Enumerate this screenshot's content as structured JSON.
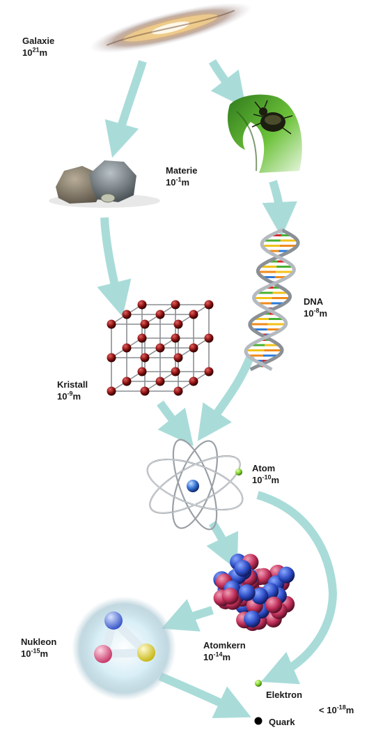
{
  "nodes": {
    "galaxie": {
      "name": "Galaxie",
      "base": "10",
      "exp": "21",
      "unit": "m"
    },
    "materie": {
      "name": "Materie",
      "base": "10",
      "exp": "-1",
      "unit": "m"
    },
    "dna": {
      "name": "DNA",
      "base": "10",
      "exp": "-8",
      "unit": "m"
    },
    "kristall": {
      "name": "Kristall",
      "base": "10",
      "exp": "-9",
      "unit": "m"
    },
    "atom": {
      "name": "Atom",
      "base": "10",
      "exp": "-10",
      "unit": "m"
    },
    "atomkern": {
      "name": "Atomkern",
      "base": "10",
      "exp": "-14",
      "unit": "m"
    },
    "nukleon": {
      "name": "Nukleon",
      "base": "10",
      "exp": "-15",
      "unit": "m"
    },
    "elektron": {
      "name": "Elektron"
    },
    "quark": {
      "name": "Quark"
    },
    "limit": {
      "prefix": "< ",
      "base": "10",
      "exp": "-18",
      "unit": "m"
    }
  },
  "colors": {
    "arrow": "#a9dcd9",
    "electron": "#7dd22a",
    "quark": "#000000",
    "proton": "#c2305a",
    "neutron": "#2f4fc8",
    "crystal_atom": "#8a1010",
    "leaf": "#4aa030"
  },
  "icons": [
    "galaxy-icon",
    "rocks-icon",
    "leaf-beetle-icon",
    "dna-helix-icon",
    "crystal-lattice-icon",
    "atom-icon",
    "nucleus-icon",
    "nucleon-icon"
  ]
}
